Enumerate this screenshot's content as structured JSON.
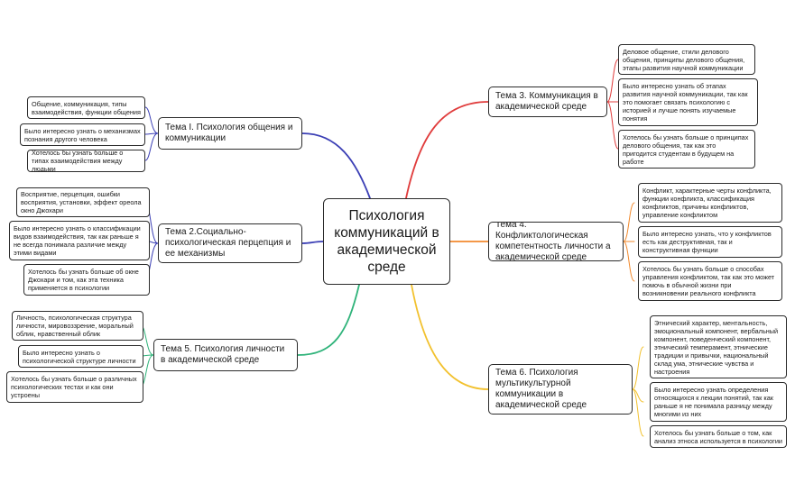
{
  "central": {
    "title": "Психология коммуникаций в академической среде"
  },
  "colors": {
    "topic1": "#3b3fb5",
    "topic2": "#3b3fb5",
    "topic3": "#e03c3c",
    "topic4": "#f28a2e",
    "topic5": "#2fb37a",
    "topic6": "#f2c12e"
  },
  "topics": [
    {
      "title": "Тема I. Психология общения и коммуникации",
      "items": [
        "Общение, коммуникация, типы взаимодействия, функции общения",
        "Было интересно узнать о механизмах познания другого человека",
        "Хотелось бы узнать больше о типах взаимодействия между людьми"
      ]
    },
    {
      "title": "Тема 2.Социально-психологическая перцепция и ее механизмы",
      "items": [
        "Восприятие, перцепция, ошибки восприятия, установки, эффект ореола окно Джохари",
        "Было интересно узнать о классификации видов взаимодействия, так как раньше я не всегда понимала различие между этими видами",
        "Хотелось бы узнать больше об окне Джохари и том, как эта техника применяется в психологии"
      ]
    },
    {
      "title": "Тема 3. Коммуникация в академической среде",
      "items": [
        "Деловое общение, стили делового общения, принципы делового общения, этапы развития научной коммуникации",
        "Было интересно узнать об этапах развития научной коммуникации, так как это помогает связать психологию с историей и лучше понять изучаемые понятия",
        "Хотелось бы узнать больше о принципах делового общения, так как это пригодится студентам в будущем на работе"
      ]
    },
    {
      "title": "Тема 4. Конфликтологическая компетентность личности а академической среде",
      "items": [
        "Конфликт, характерные черты конфликта, функции конфликта, классификация конфликтов, причины конфликтов, управление конфликтом",
        "Было интересно узнать, что у конфликтов есть как деструктивная, так и конструктивная функции",
        "Хотелось бы узнать больше о способах управления конфликтом, так как это может помочь в обычной жизни при возникновении реального конфликта"
      ]
    },
    {
      "title": "Тема 5. Психология личности в академической среде",
      "items": [
        "Личность, психологическая структура личности, мировоззрение, моральный облик, нравственный облик",
        "Было интересно узнать о психологической структуре личности",
        "Хотелось бы узнать больше о различных психологических тестах и как они устроены"
      ]
    },
    {
      "title": "Тема 6. Психология мультикультурной коммуникации в академической среде",
      "items": [
        "Этнический характер, ментальность, эмоциональный компонент, вербальный компонент, поведенческий компонент, этнический темперамент, этнические традиции и привычки, национальный склад ума, этнические чувства и настроения",
        "Было интересно узнать определения относящихся к лекции понятий, так как раньше я не понимала разницу между многими из них",
        "Хотелось бы узнать больше о том, как анализ этноса используется в психологии"
      ]
    }
  ]
}
